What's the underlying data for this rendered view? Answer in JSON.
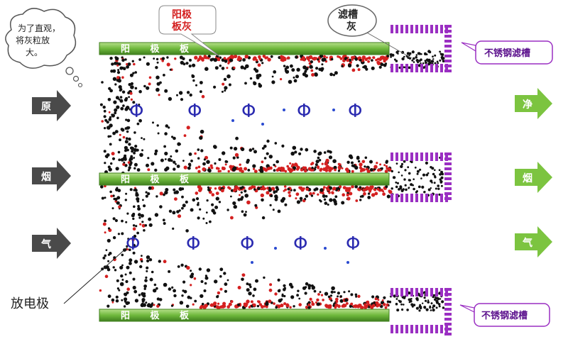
{
  "thought_bubble": {
    "lines": [
      "为了直观，",
      "将灰粒放",
      "大。"
    ]
  },
  "anode_ash_label": {
    "lines": [
      "阳极",
      "板灰"
    ]
  },
  "trough_ash_label": {
    "lines": [
      "滤槽",
      "灰"
    ]
  },
  "plate_label": "阳 极 板",
  "trough_label": "不锈钢滤槽",
  "electrode_label": "放电极",
  "electrode_symbol": "Φ",
  "inlet_chars": [
    "原",
    "烟",
    "气"
  ],
  "outlet_chars": [
    "净",
    "烟",
    "气"
  ],
  "colors": {
    "plate": "#6fb83c",
    "trough": "#9a2fc2",
    "inlet_arrow": "#4a4a4a",
    "outlet_arrow": "#7cc440",
    "electrode": "#2a2ab0",
    "ash_black": "#111111",
    "ash_red": "#d42020",
    "anode_ash_text": "#d42020"
  }
}
